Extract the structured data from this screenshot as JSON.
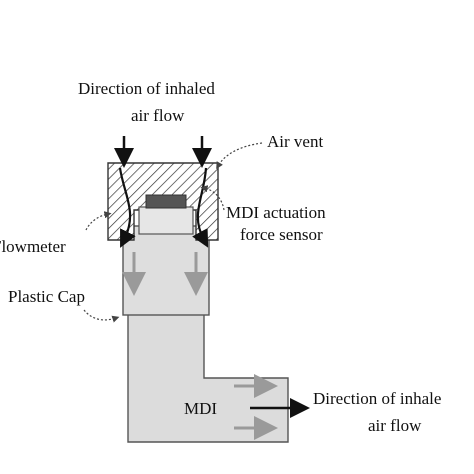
{
  "labels": {
    "inhaled_top_line1": "Direction of inhaled",
    "inhaled_top_line2": "air flow",
    "air_vent": "Air vent",
    "sensor_line1": "MDI actuation",
    "sensor_line2": "force sensor",
    "flowmeter": "Flowmeter",
    "plastic_cap": "Plastic Cap",
    "mdi": "MDI",
    "inhaled_right_line1": "Direction of inhale",
    "inhaled_right_line2": "air flow"
  },
  "colors": {
    "body_fill": "#dcdcdc",
    "outline": "#555555",
    "arrow_black": "#111111",
    "arrow_gray": "#9a9a9a",
    "hatch": "#333333"
  }
}
